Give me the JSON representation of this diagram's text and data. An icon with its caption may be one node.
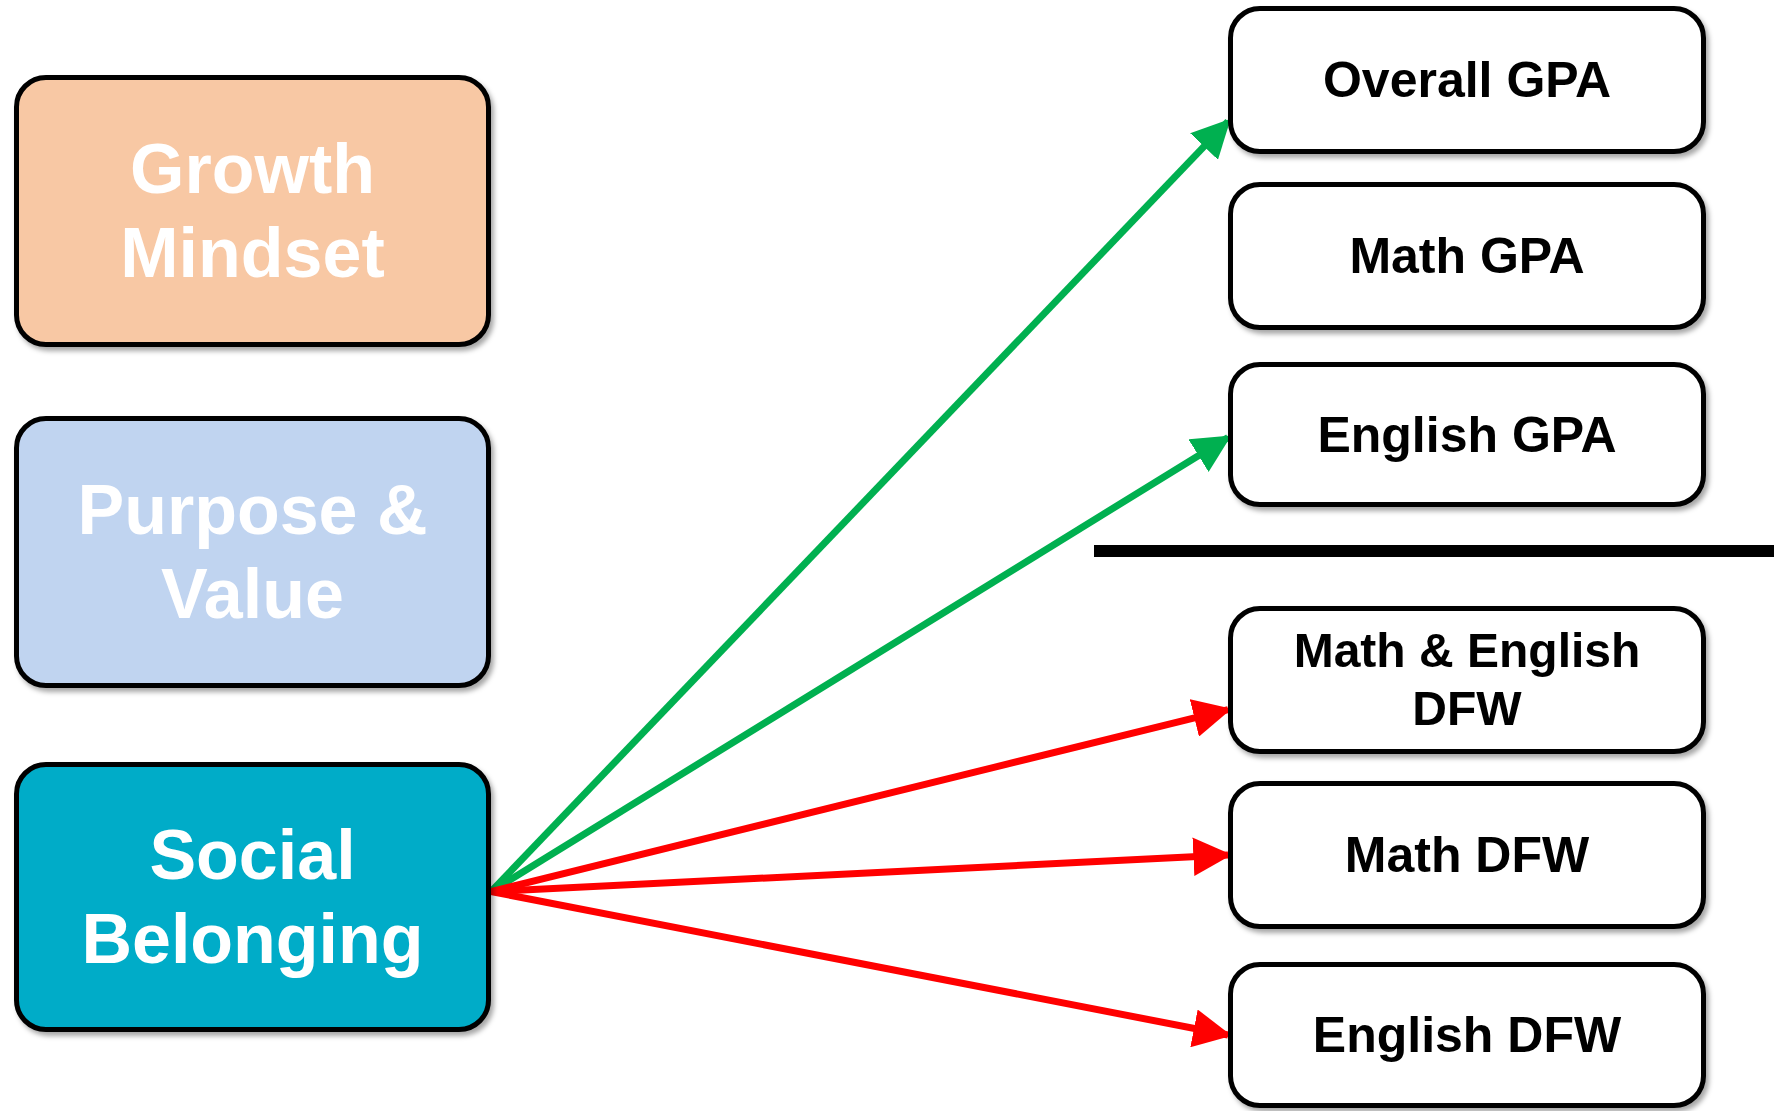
{
  "diagram": {
    "nodes": [
      {
        "text": [
          "Growth Mindset"
        ]
      },
      {
        "text": [
          "Purpose & Value"
        ]
      },
      {
        "text": [
          "Social Belonging"
        ]
      },
      {
        "text": [
          "Overall GPA"
        ]
      },
      {
        "text": [
          "Math GPA"
        ]
      },
      {
        "text": [
          "English GPA"
        ]
      },
      {
        "text": [
          "Math & English DFW"
        ]
      },
      {
        "text": [
          "Math DFW"
        ]
      },
      {
        "text": [
          "English DFW"
        ]
      }
    ],
    "edges": [
      {
        "from": 2,
        "to": 3,
        "arrow": "to",
        "color": "#00b050"
      },
      {
        "from": 2,
        "to": 5,
        "arrow": "to",
        "color": "#00b050"
      },
      {
        "from": 2,
        "to": 6,
        "arrow": "to"
      },
      {
        "from": 2,
        "to": 7,
        "arrow": "to"
      },
      {
        "from": 2,
        "to": 8,
        "arrow": "to"
      }
    ]
  }
}
